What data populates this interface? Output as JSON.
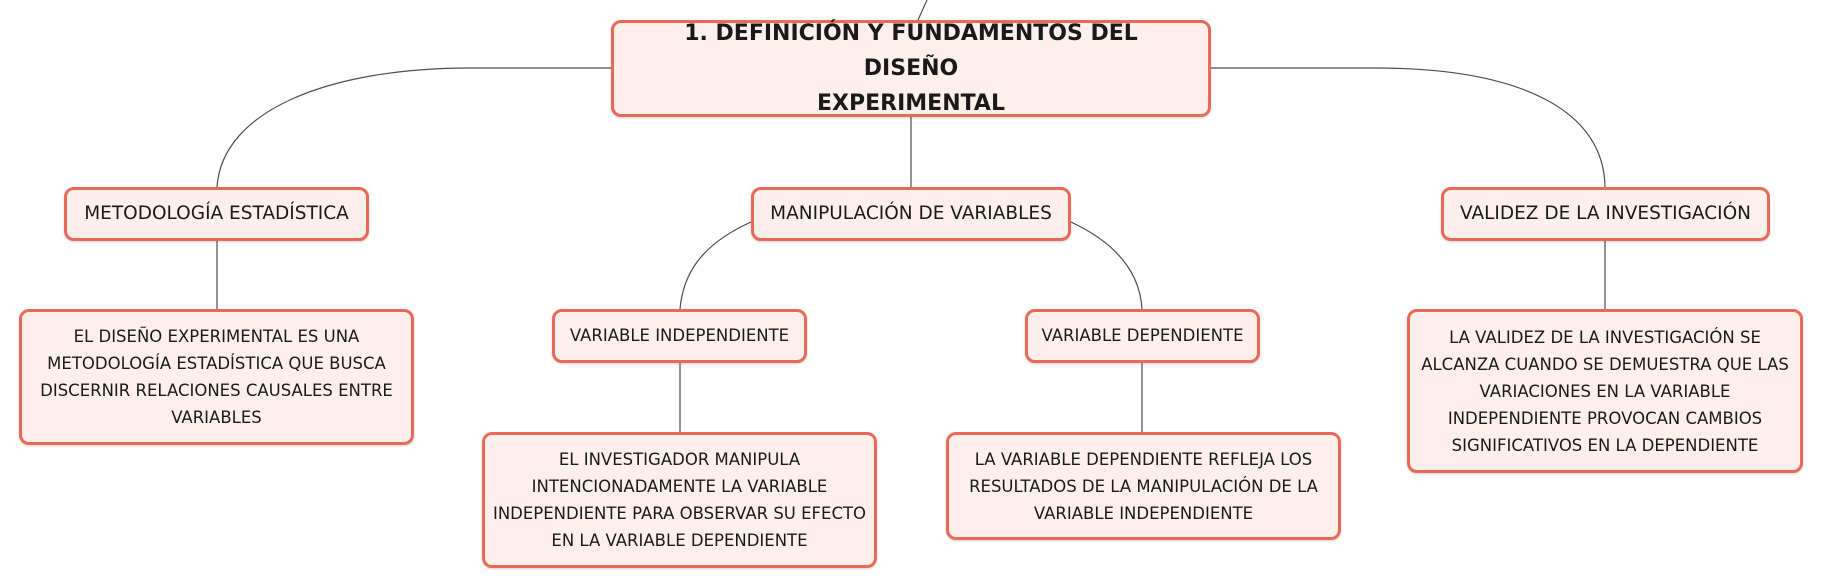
{
  "diagram": {
    "root": {
      "lines": [
        "1. DEFINICIÓN Y FUNDAMENTOS DEL DISEÑO",
        "EXPERIMENTAL"
      ]
    },
    "branches": {
      "metodologia": {
        "label": "METODOLOGÍA ESTADÍSTICA",
        "detail_lines": [
          "EL DISEÑO EXPERIMENTAL ES UNA",
          "METODOLOGÍA ESTADÍSTICA QUE BUSCA",
          "DISCERNIR RELACIONES CAUSALES ENTRE",
          "VARIABLES"
        ]
      },
      "manipulacion": {
        "label": "MANIPULACIÓN DE VARIABLES",
        "independiente": {
          "label": "VARIABLE INDEPENDIENTE",
          "detail_lines": [
            "EL INVESTIGADOR MANIPULA",
            "INTENCIONADAMENTE LA VARIABLE",
            "INDEPENDIENTE PARA OBSERVAR SU EFECTO",
            "EN LA VARIABLE DEPENDIENTE"
          ]
        },
        "dependiente": {
          "label": "VARIABLE DEPENDIENTE",
          "detail_lines": [
            "LA VARIABLE DEPENDIENTE REFLEJA LOS",
            "RESULTADOS DE LA MANIPULACIÓN DE LA",
            "VARIABLE INDEPENDIENTE"
          ]
        }
      },
      "validez": {
        "label": "VALIDEZ DE LA INVESTIGACIÓN",
        "detail_lines": [
          "LA VALIDEZ DE LA INVESTIGACIÓN SE",
          "ALCANZA CUANDO SE DEMUESTRA QUE LAS",
          "VARIACIONES EN LA VARIABLE",
          "INDEPENDIENTE PROVOCAN CAMBIOS",
          "SIGNIFICATIVOS EN LA DEPENDIENTE"
        ]
      }
    },
    "colors": {
      "node_fill": "#fdf0ec",
      "node_border": "#ea6a57",
      "connector": "#4d4d4d",
      "text": "#1a1a1a"
    }
  }
}
